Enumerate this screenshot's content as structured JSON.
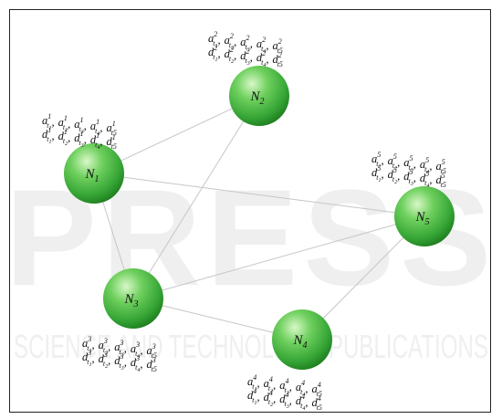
{
  "watermark": {
    "big_text": "PRESS",
    "small_text": "SCIENCE AND TECHNOLOGY PUBLICATIONS",
    "color": "#e9e9e9"
  },
  "colors": {
    "node_light": "#c8f5b5",
    "node_mid": "#56c24a",
    "node_dark": "#1f7e1f",
    "edge": "#c6c6c6",
    "frame": "#222222"
  },
  "nodes": [
    {
      "id": "N1",
      "letter": "N",
      "index": "1"
    },
    {
      "id": "N2",
      "letter": "N",
      "index": "2"
    },
    {
      "id": "N3",
      "letter": "N",
      "index": "3"
    },
    {
      "id": "N4",
      "letter": "N",
      "index": "4"
    },
    {
      "id": "N5",
      "letter": "N",
      "index": "5"
    }
  ],
  "edges": [
    [
      "N1",
      "N2"
    ],
    [
      "N1",
      "N3"
    ],
    [
      "N1",
      "N5"
    ],
    [
      "N2",
      "N3"
    ],
    [
      "N3",
      "N4"
    ],
    [
      "N3",
      "N5"
    ],
    [
      "N4",
      "N5"
    ]
  ],
  "attribute_labels": {
    "N1": {
      "a": "a",
      "d": "d",
      "node_sup": "1",
      "time_var": "t",
      "subs": [
        "1",
        "2",
        "3",
        "4",
        "5"
      ],
      "separator": ",",
      "last_uses_plain": true
    },
    "N2": {
      "a": "a",
      "d": "d",
      "node_sup": "2",
      "time_var": "t",
      "subs": [
        "1",
        "2",
        "3",
        "4",
        "5"
      ],
      "separator": ",",
      "last_uses_plain": true
    },
    "N3": {
      "a": "a",
      "d": "d",
      "node_sup": "3",
      "time_var": "t",
      "subs": [
        "1",
        "2",
        "3",
        "4",
        "5"
      ],
      "separator": ",",
      "last_uses_plain": true
    },
    "N4": {
      "a": "a",
      "d": "d",
      "node_sup": "4",
      "time_var": "t",
      "subs": [
        "1",
        "2",
        "3",
        "4",
        "5"
      ],
      "separator": ",",
      "last_uses_plain": true
    },
    "N5": {
      "a": "a",
      "d": "d",
      "node_sup": "5",
      "time_var": "t",
      "subs": [
        "1",
        "2",
        "3",
        "4",
        "5"
      ],
      "separator": ",",
      "last_uses_plain": true
    }
  }
}
